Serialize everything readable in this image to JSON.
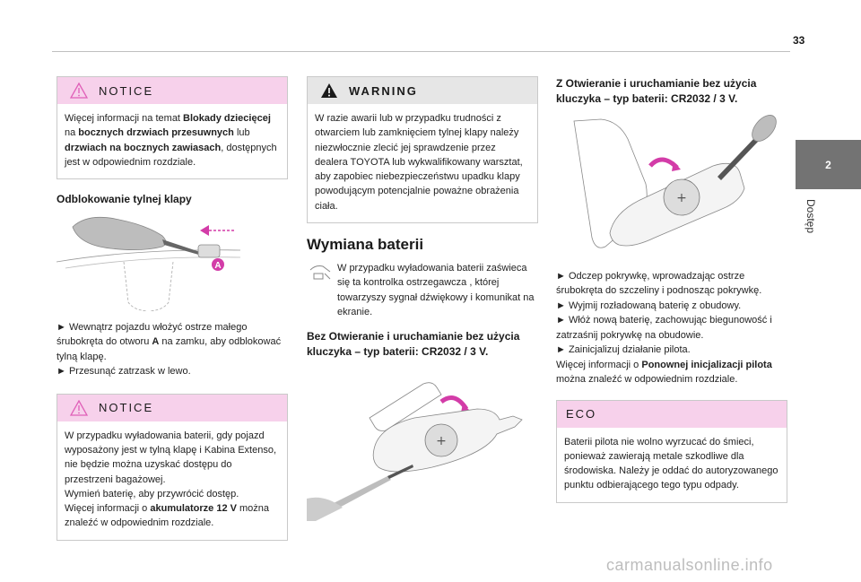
{
  "page": {
    "number": "33",
    "section_tab": "2",
    "section_label": "Dostęp",
    "watermark": "carmanualsonline.info"
  },
  "col1": {
    "notice1": {
      "heading": "NOTICE",
      "body": [
        {
          "t": "Więcej informacji na temat ",
          "b": false
        },
        {
          "t": "Blokady dziecięcej",
          "b": true
        },
        {
          "t": " na ",
          "b": false
        },
        {
          "t": "bocznych drzwiach przesuwnych",
          "b": true
        },
        {
          "t": " lub ",
          "b": false
        },
        {
          "t": "drzwiach na bocznych zawiasach",
          "b": true
        },
        {
          "t": ", dostępnych jest w odpowiednim rozdziale.",
          "b": false
        }
      ]
    },
    "section_title": "Odblokowanie tylnej klapy",
    "figure_label": "A",
    "steps": [
      [
        {
          "t": "► Wewnątrz pojazdu włożyć ostrze małego śrubokręta do otworu ",
          "b": false
        },
        {
          "t": "A",
          "b": true
        },
        {
          "t": " na zamku, aby odblokować tylną klapę.",
          "b": false
        }
      ],
      [
        {
          "t": "► Przesunąć zatrzask w lewo.",
          "b": false
        }
      ]
    ],
    "notice2": {
      "heading": "NOTICE",
      "body": [
        {
          "t": "W przypadku wyładowania baterii, gdy pojazd wyposażony jest w tylną klapę i Kabina Extenso, nie będzie można uzyskać dostępu do przestrzeni bagażowej.",
          "b": false,
          "br": true
        },
        {
          "t": "Wymień baterię, aby przywrócić dostęp.",
          "b": false,
          "br": true
        },
        {
          "t": "Więcej informacji o ",
          "b": false
        },
        {
          "t": "akumulatorze 12 V",
          "b": true
        },
        {
          "t": " można znaleźć w odpowiednim rozdziale.",
          "b": false
        }
      ]
    }
  },
  "col2": {
    "warning": {
      "heading": "WARNING",
      "body": [
        {
          "t": "W razie awarii lub w przypadku trudności z otwarciem lub zamknięciem tylnej klapy należy niezwłocznie zlecić jej sprawdzenie przez dealera TOYOTA lub wykwalifikowany warsztat, aby zapobiec niebezpieczeństwu upadku klapy powodującym potencjalnie poważne obrażenia ciała.",
          "b": false
        }
      ]
    },
    "section_title": "Wymiana baterii",
    "intro": "W przypadku wyładowania baterii zaświeca się ta kontrolka ostrzegawcza , której towarzyszy sygnał dźwiękowy i komunikat na ekranie.",
    "subtitle": "Bez Otwieranie i uruchamianie bez użycia kluczyka – typ baterii: CR2032 / 3 V."
  },
  "col3": {
    "subtitle": "Z Otwieranie i uruchamianie bez użycia kluczyka – typ baterii: CR2032 / 3 V.",
    "steps": [
      [
        {
          "t": "► Odczep pokrywkę, wprowadzając ostrze śrubokręta do szczeliny i podnosząc pokrywkę.",
          "b": false
        }
      ],
      [
        {
          "t": "► Wyjmij rozładowaną baterię z obudowy.",
          "b": false
        }
      ],
      [
        {
          "t": "► Włóż nową baterię, zachowując biegunowość i zatrzaśnij pokrywkę na obudowie.",
          "b": false
        }
      ],
      [
        {
          "t": "► Zainicjalizuj działanie pilota.",
          "b": false
        }
      ],
      [
        {
          "t": "Więcej informacji o ",
          "b": false
        },
        {
          "t": "Ponownej inicjalizacji pilota",
          "b": true
        },
        {
          "t": " można znaleźć w odpowiednim rozdziale.",
          "b": false
        }
      ]
    ],
    "eco": {
      "heading": "ECO",
      "body": [
        {
          "t": "Baterii pilota nie wolno wyrzucać do śmieci, ponieważ zawierają metale szkodliwe dla środowiska. Należy je oddać do autoryzowanego punktu odbierającego tego typu odpady.",
          "b": false
        }
      ]
    }
  },
  "colors": {
    "notice_pink": "#f7d1eb",
    "tab_gray": "#737373",
    "accent_magenta": "#d33ca8"
  },
  "icons": [
    "warning-triangle-icon",
    "battery-warning-icon"
  ]
}
